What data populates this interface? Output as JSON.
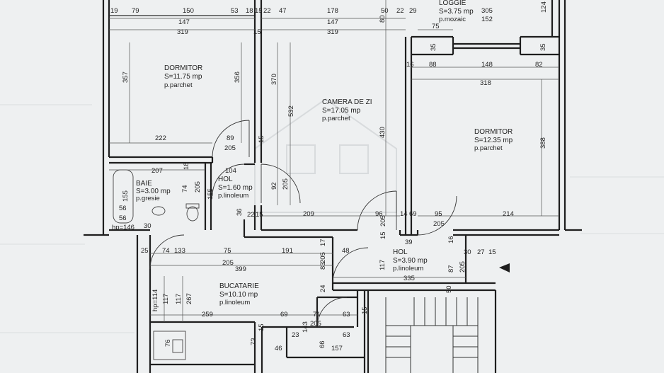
{
  "rooms": [
    {
      "id": "loggia",
      "name": "LOGGIE",
      "area": "S=3.75 mp",
      "floor": "p.mozaic"
    },
    {
      "id": "dormitor1",
      "name": "DORMITOR",
      "area": "S=11.75 mp",
      "floor": "p.parchet"
    },
    {
      "id": "camera",
      "name": "CAMERA DE ZI",
      "area": "S=17.05 mp",
      "floor": "p.parchet"
    },
    {
      "id": "dormitor2",
      "name": "DORMITOR",
      "area": "S=12.35 mp",
      "floor": "p.parchet"
    },
    {
      "id": "baie",
      "name": "BAIE",
      "area": "S=3.00 mp",
      "floor": "p.gresie"
    },
    {
      "id": "hol1",
      "name": "HOL",
      "area": "S=1.60 mp",
      "floor": "p.linoleum"
    },
    {
      "id": "hol2",
      "name": "HOL",
      "area": "S=3.90 mp",
      "floor": "p.linoleum"
    },
    {
      "id": "bucatarie",
      "name": "BUCATARIE",
      "area": "S=10.10 mp",
      "floor": "p.linoleum"
    }
  ],
  "dims_h": [
    {
      "t": "19"
    },
    {
      "t": "79"
    },
    {
      "t": "150"
    },
    {
      "t": "53"
    },
    {
      "t": "18"
    },
    {
      "t": "15"
    },
    {
      "t": "22"
    },
    {
      "t": "47"
    },
    {
      "t": "178"
    },
    {
      "t": "50"
    },
    {
      "t": "22"
    },
    {
      "t": "29"
    },
    {
      "t": "305"
    },
    {
      "t": "147"
    },
    {
      "t": "147"
    },
    {
      "t": "152"
    },
    {
      "t": "319"
    },
    {
      "t": "15"
    },
    {
      "t": "319"
    },
    {
      "t": "75"
    },
    {
      "t": "88"
    },
    {
      "t": "148"
    },
    {
      "t": "82"
    },
    {
      "t": "16"
    },
    {
      "t": "318"
    },
    {
      "t": "222"
    },
    {
      "t": "89"
    },
    {
      "t": "205"
    },
    {
      "t": "207"
    },
    {
      "t": "104"
    },
    {
      "t": "209"
    },
    {
      "t": "96"
    },
    {
      "t": "14"
    },
    {
      "t": "69"
    },
    {
      "t": "95"
    },
    {
      "t": "214"
    },
    {
      "t": "205"
    },
    {
      "t": "39"
    },
    {
      "t": "25"
    },
    {
      "t": "74"
    },
    {
      "t": "133"
    },
    {
      "t": "75"
    },
    {
      "t": "191"
    },
    {
      "t": "48"
    },
    {
      "t": "205"
    },
    {
      "t": "399"
    },
    {
      "t": "335"
    },
    {
      "t": "30"
    },
    {
      "t": "27"
    },
    {
      "t": "15"
    },
    {
      "t": "259"
    },
    {
      "t": "69"
    },
    {
      "t": "71"
    },
    {
      "t": "63"
    },
    {
      "t": "205"
    },
    {
      "t": "23"
    },
    {
      "t": "63"
    },
    {
      "t": "46"
    },
    {
      "t": "157"
    },
    {
      "t": "56"
    },
    {
      "t": "56"
    },
    {
      "t": "30"
    },
    {
      "t": "22"
    },
    {
      "t": "15"
    },
    {
      "t": "hp=146"
    }
  ],
  "dims_v": [
    {
      "t": "124"
    },
    {
      "t": "80"
    },
    {
      "t": "35"
    },
    {
      "t": "35"
    },
    {
      "t": "357"
    },
    {
      "t": "356"
    },
    {
      "t": "370"
    },
    {
      "t": "532"
    },
    {
      "t": "430"
    },
    {
      "t": "388"
    },
    {
      "t": "15"
    },
    {
      "t": "18"
    },
    {
      "t": "155"
    },
    {
      "t": "74"
    },
    {
      "t": "205"
    },
    {
      "t": "155"
    },
    {
      "t": "92"
    },
    {
      "t": "205"
    },
    {
      "t": "36"
    },
    {
      "t": "15"
    },
    {
      "t": "205"
    },
    {
      "t": "117"
    },
    {
      "t": "17"
    },
    {
      "t": "205"
    },
    {
      "t": "83"
    },
    {
      "t": "24"
    },
    {
      "t": "87"
    },
    {
      "t": "205"
    },
    {
      "t": "50"
    },
    {
      "t": "16"
    },
    {
      "t": "117"
    },
    {
      "t": "117"
    },
    {
      "t": "267"
    },
    {
      "t": "hp=114"
    },
    {
      "t": "73"
    },
    {
      "t": "66"
    },
    {
      "t": "143"
    },
    {
      "t": "15"
    },
    {
      "t": "76"
    },
    {
      "t": "15"
    }
  ],
  "colors": {
    "paper": "#eef0f1",
    "ink": "#1e1e1e",
    "watermark": "#c9cdd0"
  }
}
